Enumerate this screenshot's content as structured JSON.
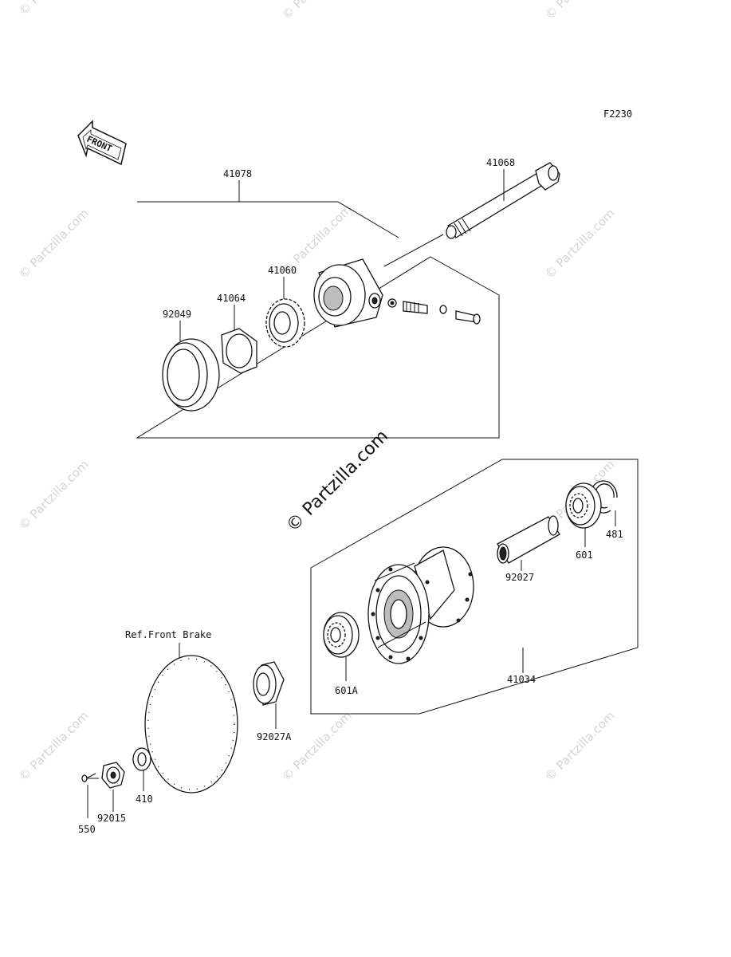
{
  "figure_code": "F2230",
  "front_arrow_text": "FRONT",
  "watermark_text": "© Partzilla.com",
  "ref_label": "Ref.Front Brake",
  "parts": {
    "p41078": "41078",
    "p41068": "41068",
    "p41060": "41060",
    "p41064": "41064",
    "p92049": "92049",
    "p481": "481",
    "p601": "601",
    "p92027": "92027",
    "p601A": "601A",
    "p41034": "41034",
    "p92027A": "92027A",
    "p410": "410",
    "p92015": "92015",
    "p550": "550"
  }
}
